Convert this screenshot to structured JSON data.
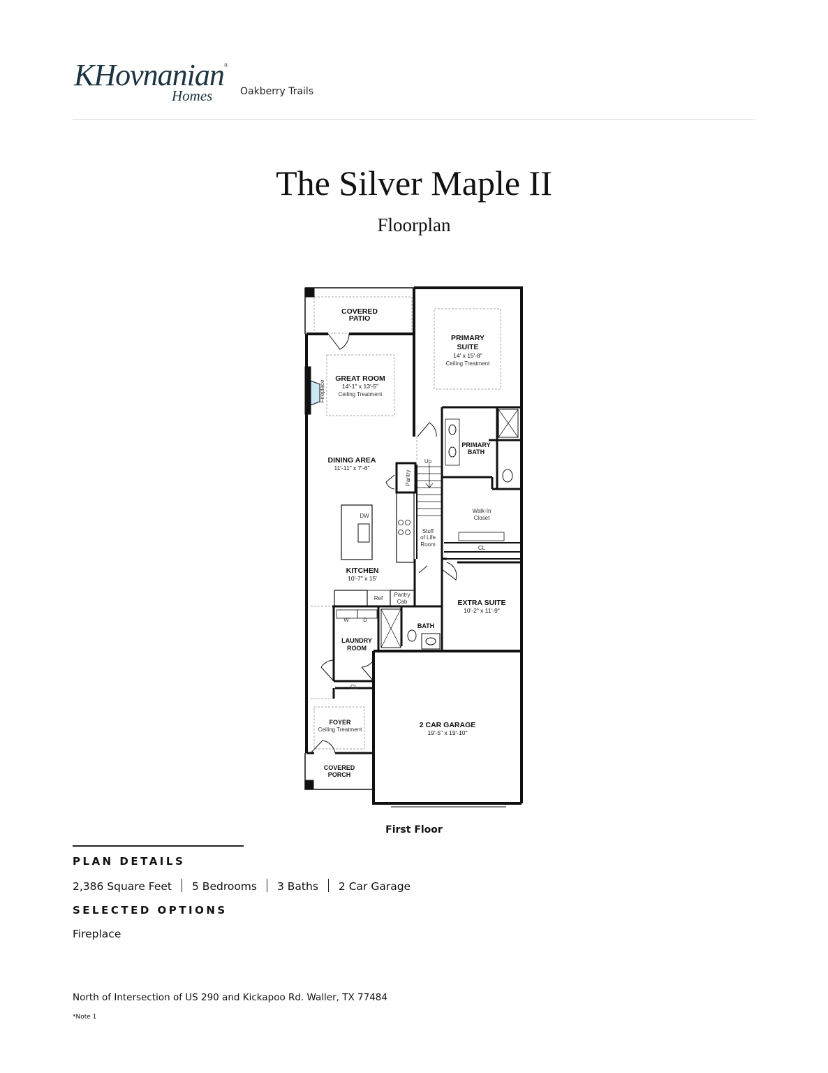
{
  "header": {
    "logo_text": "KHovnanian Homes",
    "logo_main": "KHovnanian",
    "logo_sub": "Homes",
    "community": "Oakberry Trails"
  },
  "title": "The Silver Maple II",
  "subtitle": "Floorplan",
  "floorplan": {
    "floor_label": "First Floor",
    "accent_fireplace": "#cde8f5",
    "rooms": {
      "covered_patio": [
        "COVERED",
        "PATIO"
      ],
      "primary_suite": {
        "name": [
          "PRIMARY",
          "SUITE"
        ],
        "dims": "14' x 15'-8\"",
        "note": "Ceiling Treatment"
      },
      "great_room": {
        "name": "GREAT ROOM",
        "dims": "14'-1\" x 13'-5\"",
        "note": "Ceiling Treatment"
      },
      "fireplace": "Fireplace",
      "dining_area": {
        "name": "DINING AREA",
        "dims": "11'-11\" x 7'-6\""
      },
      "primary_bath": [
        "PRIMARY",
        "BATH"
      ],
      "stairs_up": "Up",
      "pantry": "Pantry",
      "dw": "DW",
      "walk_in_closet": [
        "Walk-In",
        "Closet"
      ],
      "stuff_of_life": [
        "Stuff",
        "of Life",
        "Room"
      ],
      "closet_primary": "CL",
      "kitchen": {
        "name": "KITCHEN",
        "dims": "10'-7\" x 15'"
      },
      "ref": "Ref",
      "pantry_cab": [
        "Pantry",
        "Cab"
      ],
      "extra_suite": {
        "name": "EXTRA SUITE",
        "dims": "10'-2\" x 11'-9\""
      },
      "washer": "W",
      "dryer": "D",
      "bath": "BATH",
      "laundry_room": [
        "LAUNDRY",
        "ROOM"
      ],
      "closet_hall": "CL",
      "foyer": {
        "name": "FOYER",
        "note": "Ceiling Treatment"
      },
      "garage": {
        "name": "2 CAR GARAGE",
        "dims": "19'-5\" x 19'-10\""
      },
      "covered_porch": [
        "COVERED",
        "PORCH"
      ]
    }
  },
  "plan_details": {
    "heading": "PLAN DETAILS",
    "items": [
      "2,386 Square Feet",
      "5 Bedrooms",
      "3 Baths",
      "2 Car Garage"
    ]
  },
  "selected_options": {
    "heading": "SELECTED OPTIONS",
    "items": [
      "Fireplace"
    ]
  },
  "footer": {
    "address": "North of Intersection of US 290 and Kickapoo Rd. Waller, TX 77484",
    "note": "*Note 1"
  }
}
